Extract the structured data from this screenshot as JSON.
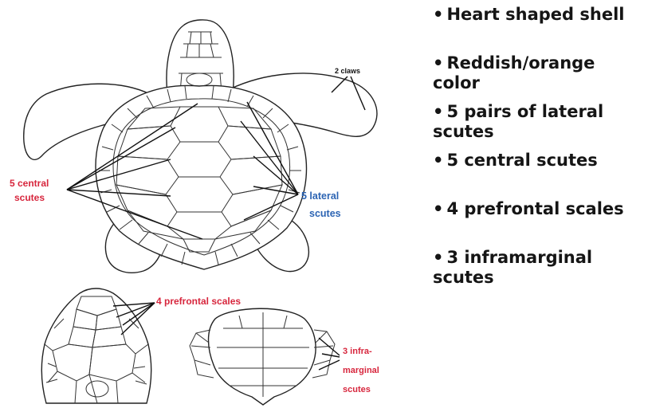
{
  "diagram": {
    "claws_label": "2 claws",
    "central_label": [
      "5 central",
      "scutes"
    ],
    "lateral_label": [
      "5 lateral",
      "scutes"
    ],
    "prefrontal_label": "4 prefrontal scales",
    "inframarginal_label": [
      "3 infra-",
      "marginal",
      "scutes"
    ],
    "colors": {
      "red_label": "#d7263d",
      "blue_label": "#2c64b3",
      "ink": "#222222"
    }
  },
  "facts": [
    "Heart shaped shell",
    "Reddish/orange color",
    "5 pairs of lateral scutes",
    "5 central scutes",
    "4 prefrontal scales",
    "3 inframarginal scutes"
  ],
  "bullet_glyph": "•"
}
